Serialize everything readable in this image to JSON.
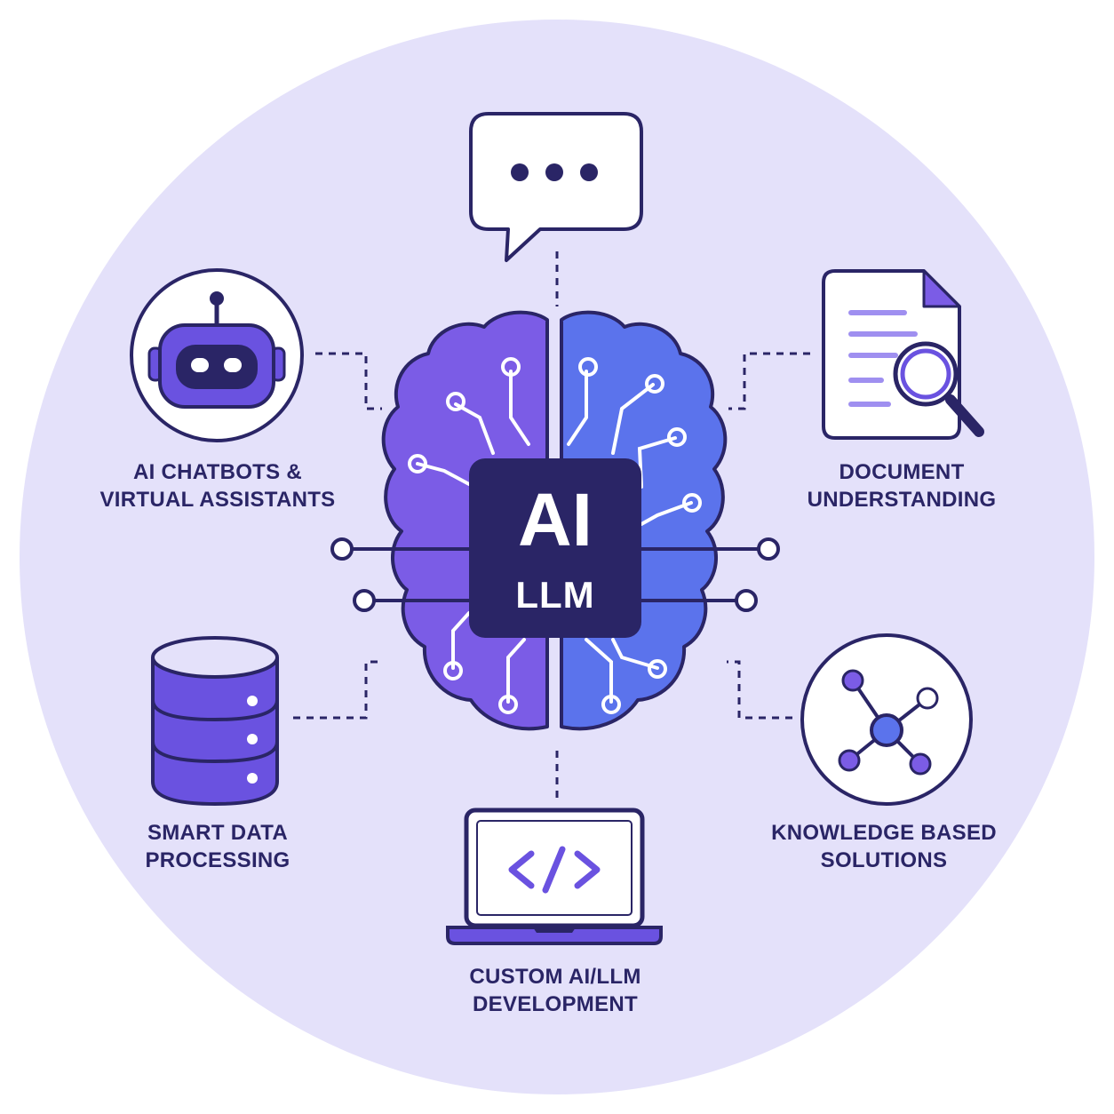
{
  "hub": {
    "title": "AI",
    "subtitle": "LLM"
  },
  "nodes": {
    "chatbots": {
      "line1": "AI CHATBOTS &",
      "line2": "VIRTUAL ASSISTANTS",
      "icon": "robot-icon"
    },
    "documents": {
      "line1": "DOCUMENT",
      "line2": "UNDERSTANDING",
      "icon": "document-search-icon"
    },
    "data": {
      "line1": "SMART DATA",
      "line2": "PROCESSING",
      "icon": "database-icon"
    },
    "knowledge": {
      "line1": "KNOWLEDGE BASED",
      "line2": "SOLUTIONS",
      "icon": "network-icon"
    },
    "custom": {
      "line1": "CUSTOM AI/LLM",
      "line2": "DEVELOPMENT",
      "icon": "laptop-code-icon"
    },
    "chat": {
      "icon": "chat-bubble-icon"
    }
  },
  "colors": {
    "background_circle": "#e4e1fa",
    "outline": "#2a2566",
    "brain_left": "#7b5ce6",
    "brain_right": "#5b73ec",
    "hub": "#2a2566",
    "accent": "#6a52e0",
    "icon_fill": "#ffffff"
  }
}
